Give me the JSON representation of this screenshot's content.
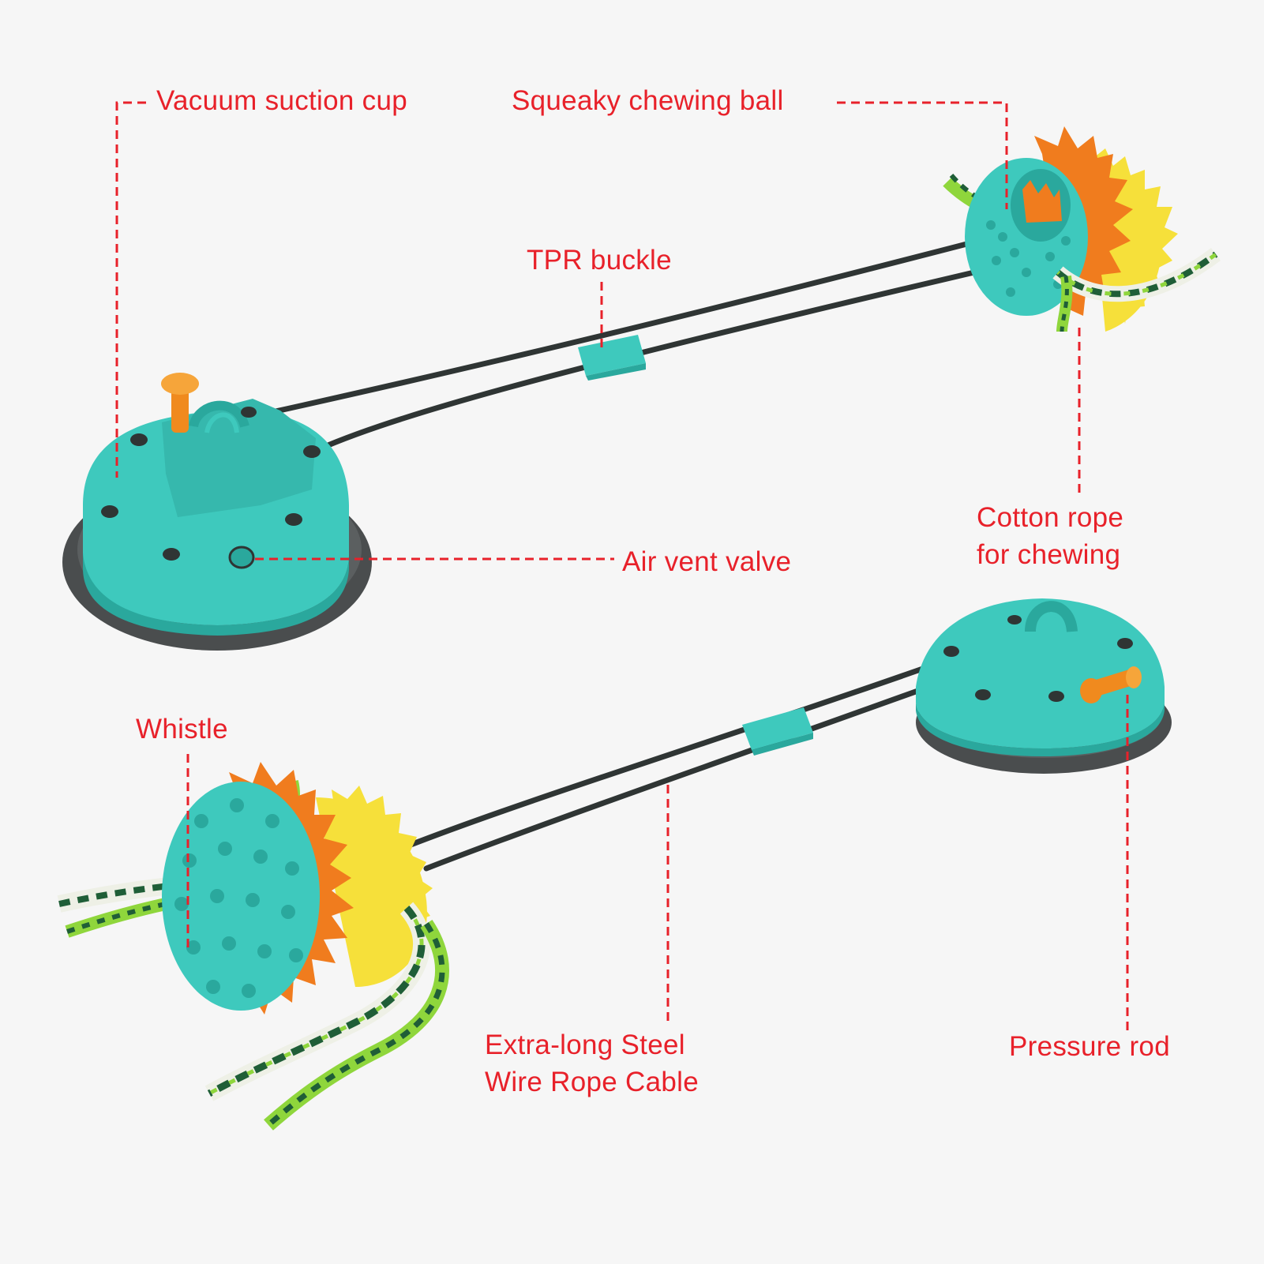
{
  "colors": {
    "background": "#f6f6f6",
    "label_red": "#e8212a",
    "teal": "#3ec9bd",
    "teal_dark": "#2aa89d",
    "orange": "#f07c1e",
    "yellow": "#f6e03a",
    "cable": "#2f3534",
    "base_rubber": "#4a4d4e",
    "rope_green_dark": "#1f5e37",
    "rope_green_light": "#8fd63c",
    "rope_white": "#eef0e6"
  },
  "labels": {
    "vacuum_suction_cup": "Vacuum suction cup",
    "squeaky_chewing_ball": "Squeaky chewing ball",
    "tpr_buckle": "TPR buckle",
    "cotton_rope": [
      "Cotton rope",
      "for chewing"
    ],
    "air_vent_valve": "Air vent valve",
    "whistle": "Whistle",
    "steel_cable": [
      "Extra-long Steel",
      "Wire Rope Cable"
    ],
    "pressure_rod": "Pressure rod"
  }
}
